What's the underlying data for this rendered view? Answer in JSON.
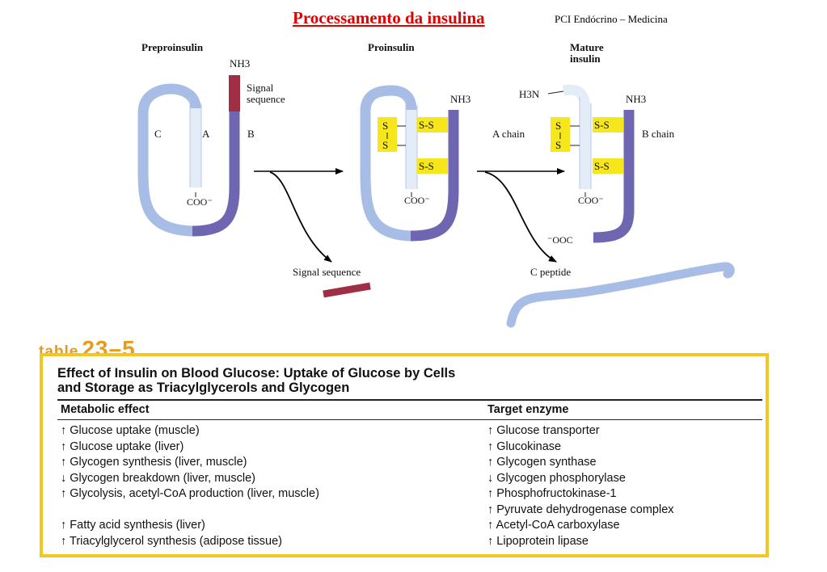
{
  "header": {
    "title": "Processamento da insulina",
    "subtitle": "PCI Endócrino – Medicina"
  },
  "diagram": {
    "stages": [
      {
        "label_lines": [
          "Preproinsulin"
        ]
      },
      {
        "label_lines": [
          "Proinsulin"
        ]
      },
      {
        "label_lines": [
          "Mature",
          "insulin"
        ]
      }
    ],
    "labels": {
      "nh3": "NH3",
      "signal_sequence_tag": [
        "Signal",
        "sequence"
      ],
      "chain_c": "C",
      "chain_a": "A",
      "chain_b": "B",
      "coo": "COO⁻",
      "ss": "S-S",
      "s": "S",
      "a_chain": "A chain",
      "b_chain": "B chain",
      "h3n": "H3N",
      "ooc": "⁻OOC",
      "signal_sequence": "Signal sequence",
      "c_peptide": "C peptide"
    },
    "colors": {
      "chain_a": "#e4ecf8",
      "chain_c": "#a8bde6",
      "chain_b": "#6e66b0",
      "signal": "#9e2f44",
      "disulfide": "#f6e61c"
    }
  },
  "table": {
    "caption_word": "table",
    "caption_number": "23–5",
    "heading_lines": [
      "Effect of Insulin on Blood Glucose: Uptake of Glucose by Cells",
      "and Storage as Triacylglycerols and Glycogen"
    ],
    "columns": [
      "Metabolic effect",
      "Target enzyme"
    ],
    "rows": [
      {
        "effect": "↑ Glucose uptake (muscle)",
        "enzyme": "↑ Glucose transporter"
      },
      {
        "effect": "↑ Glucose uptake (liver)",
        "enzyme": "↑ Glucokinase"
      },
      {
        "effect": "↑ Glycogen synthesis (liver, muscle)",
        "enzyme": "↑ Glycogen synthase"
      },
      {
        "effect": "↓ Glycogen breakdown (liver, muscle)",
        "enzyme": "↓ Glycogen phosphorylase"
      },
      {
        "effect": "↑ Glycolysis, acetyl-CoA production (liver, muscle)",
        "enzyme": "↑ Phosphofructokinase-1"
      },
      {
        "effect": "",
        "enzyme": "↑ Pyruvate dehydrogenase complex"
      },
      {
        "effect": "↑ Fatty acid synthesis (liver)",
        "enzyme": "↑ Acetyl-CoA carboxylase"
      },
      {
        "effect": "↑ Triacylglycerol synthesis (adipose tissue)",
        "enzyme": "↑ Lipoprotein lipase"
      }
    ]
  }
}
